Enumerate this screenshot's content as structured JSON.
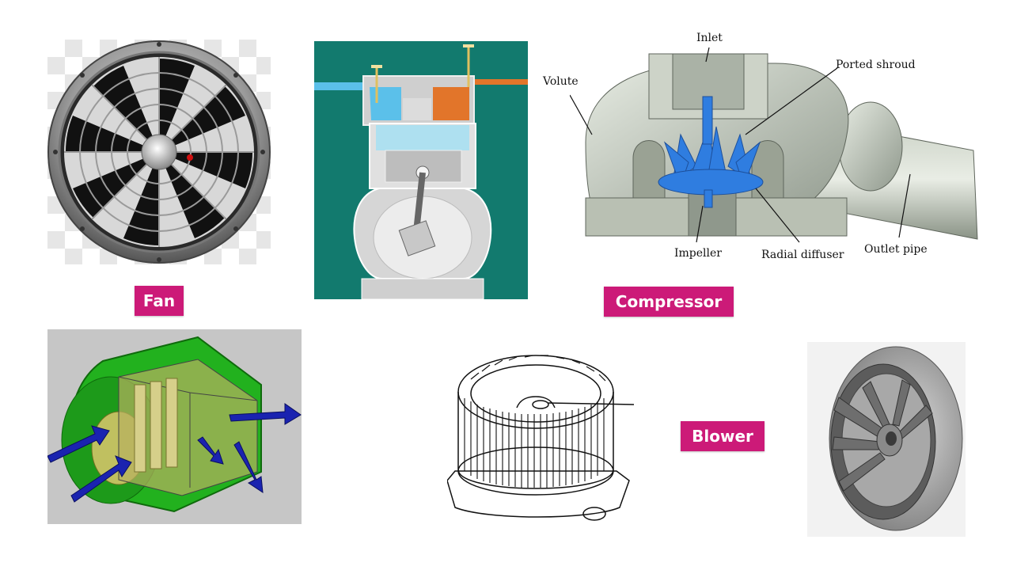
{
  "tags": {
    "fan": "Fan",
    "compressor": "Compressor",
    "blower": "Blower"
  },
  "compressor_labels": {
    "inlet": "Inlet",
    "volute": "Volute",
    "ported_shroud": "Ported shroud",
    "impeller": "Impeller",
    "radial_diffuser": "Radial diffuser",
    "outlet_pipe": "Outlet pipe"
  },
  "colors": {
    "tag_bg": "#cc1a78",
    "teal_bg": "#127a6e",
    "blower_green": "#22b11e",
    "impeller_blue": "#2f7de0"
  },
  "icons": [
    "axial-fan-illustration",
    "reciprocating-compressor-diagram",
    "centrifugal-compressor-cutaway",
    "blower-housing-model",
    "squirrel-cage-blower-drawing",
    "centrifugal-blower-wheel"
  ]
}
